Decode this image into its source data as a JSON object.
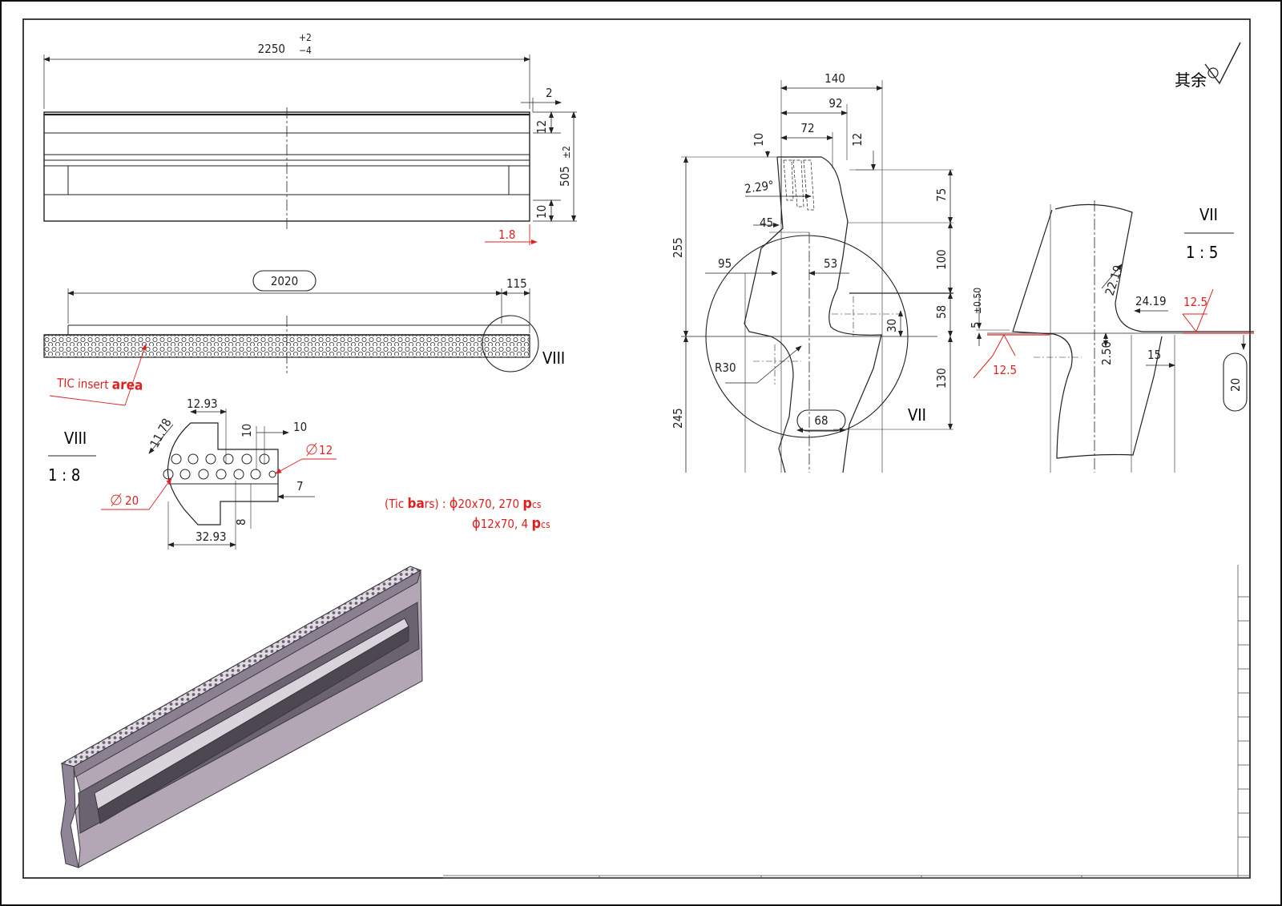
{
  "drawing": {
    "roughness_note": "其余",
    "top_view": {
      "length": "2250",
      "length_tol_upper": "+2",
      "length_tol_lower": "−4",
      "dim_2": "2",
      "dim_12": "12",
      "height": "505",
      "height_tol": "±2",
      "dim_10": "10",
      "dim_1_8": "1.8"
    },
    "front_view": {
      "insert_length": "2020",
      "end_offset": "115",
      "detail_ref": "VIII",
      "insert_label_prefix": "TIC insert ",
      "insert_label_bold": "area"
    },
    "detail_viii": {
      "title": "VIII",
      "scale": "1 : 8",
      "dim_pitch": "12.93",
      "dim_angle": "11.78",
      "dim_10a": "10",
      "dim_10b": "10",
      "dia_small": "12",
      "dia_large": "20",
      "dim_7": "7",
      "dim_8": "8",
      "dim_offset": "32.93"
    },
    "bars_note": {
      "line1_open": "(Tic ",
      "line1_bold": "ba",
      "line1_mid": "rs) : ",
      "line1_phi": "ϕ",
      "line1_spec": "20x70, 270 ",
      "line1_p": "p",
      "line1_cs": "cs",
      "line2_phi": "ϕ",
      "line2_spec": "12x70, 4 ",
      "line2_p": "p",
      "line2_cs": "cs"
    },
    "section_view": {
      "w140": "140",
      "w92": "92",
      "w72": "72",
      "d10": "10",
      "d12": "12",
      "angle": "2.29°",
      "d45": "45",
      "d255": "255",
      "d95": "95",
      "d53": "53",
      "d75": "75",
      "d100": "100",
      "d58": "58",
      "d30": "30",
      "r30": "R30",
      "d130": "130",
      "d245": "245",
      "d68": "68",
      "detail_ref": "VII"
    },
    "detail_vii": {
      "title": "VII",
      "scale": "1 : 5",
      "d22_19": "22.19",
      "d24_19": "24.19",
      "d5": "5",
      "d5_tol": "±0.50",
      "rough_a": "12.5",
      "rough_b": "12.5",
      "d2_50": "2.50",
      "d15": "15",
      "d20": "20"
    }
  }
}
